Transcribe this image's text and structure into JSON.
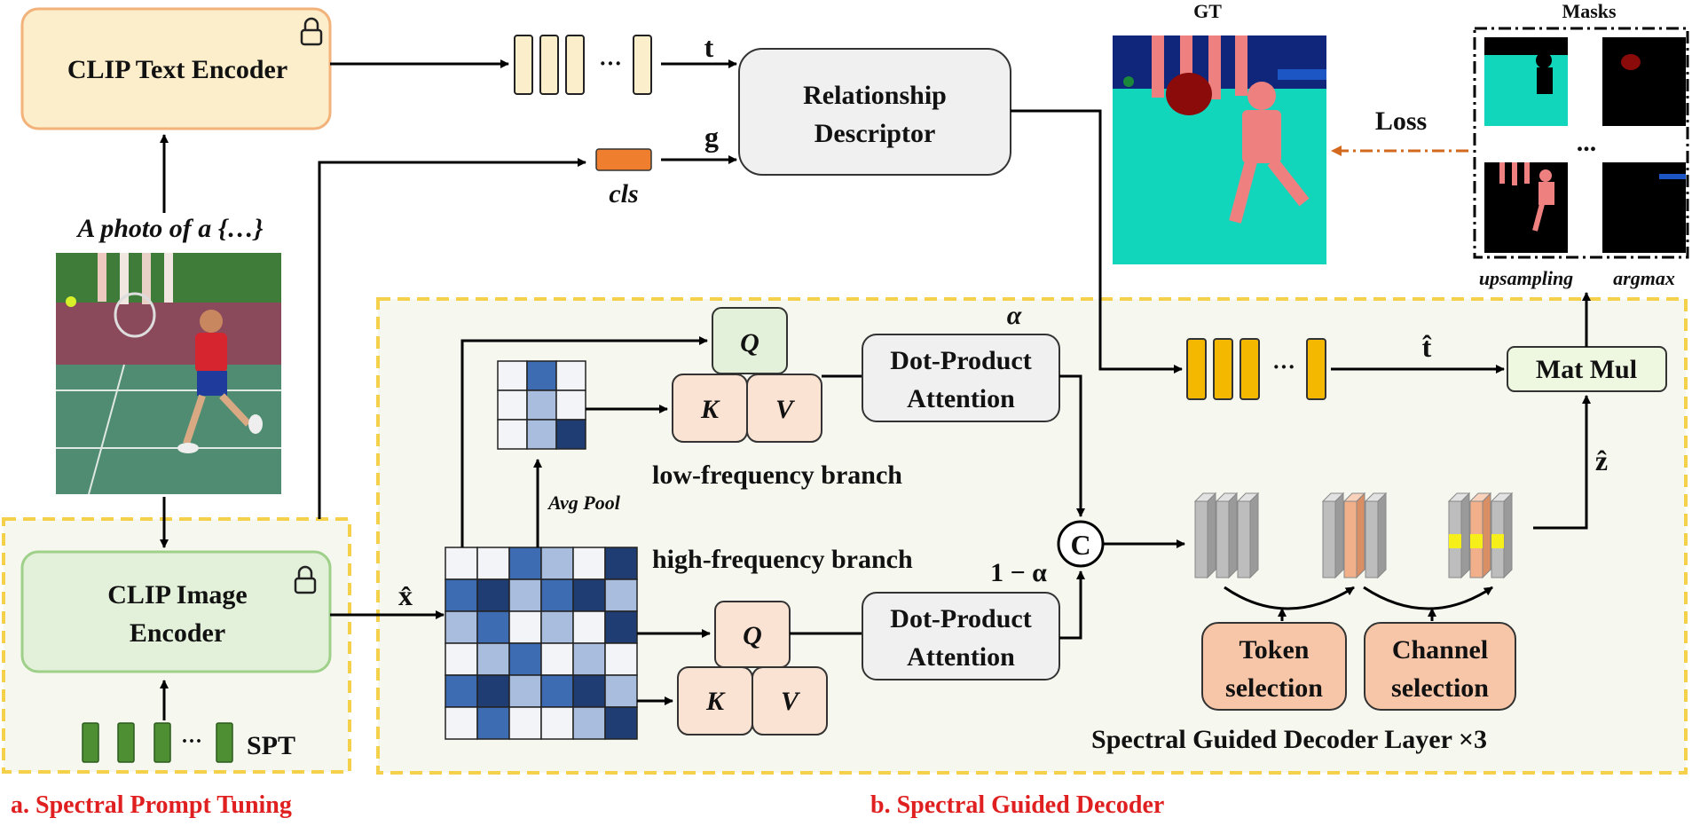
{
  "labels": {
    "clip_text_encoder": "CLIP Text Encoder",
    "relationship_1": "Relationship",
    "relationship_2": "Descriptor",
    "t": "t",
    "g": "g",
    "cls": "cls",
    "photo_caption": "A photo of a {…}",
    "gt": "GT",
    "masks": "Masks",
    "loss": "Loss",
    "upsampling": "upsampling",
    "argmax": "argmax",
    "alpha": "α",
    "one_minus_alpha": "1 − α",
    "q": "Q",
    "k": "K",
    "v": "V",
    "dot_product_1": "Dot-Product",
    "attention": "Attention",
    "low_freq": "low-frequency branch",
    "high_freq": "high-frequency branch",
    "avg_pool": "Avg  Pool",
    "concat": "C",
    "t_hat": "t̂",
    "z_hat": "ẑ",
    "mat_mul": "Mat Mul",
    "clip_image_1": "CLIP Image",
    "clip_image_2": "Encoder",
    "x_hat": "x̂",
    "spt": "SPT",
    "token_1": "Token",
    "token_2": "selection",
    "channel_1": "Channel",
    "channel_2": "selection",
    "decoder_layer": "Spectral Guided Decoder Layer ×3",
    "dots": "···",
    "mask_dots": "...",
    "section_a": "a. Spectral Prompt Tuning",
    "section_b": "b. Spectral Guided  Decoder"
  },
  "colors": {
    "text_encoder_fill": "#fdeecb",
    "text_encoder_stroke": "#f2b27a",
    "image_encoder_fill": "#e3f1da",
    "image_encoder_stroke": "#9fd08a",
    "panel_fill": "#f6f7ee",
    "panel_stroke": "#f5d04a",
    "token_light": "#fbeecb",
    "token_gold": "#f5b800",
    "spt_green": "#4f8f33",
    "cls_orange": "#ef7f2f",
    "kv_fill": "#fbe3d4",
    "q_fill": "#e3f1da",
    "selection_fill": "#f7c6a8",
    "matmul_fill": "#eef7df",
    "loss_arrow": "#d2691e",
    "red_text": "#e02020",
    "gt_teal": "#12d6bc",
    "gt_navy": "#10267a",
    "gt_pink": "#ef8080"
  },
  "grids": {
    "low_freq": [
      [
        0,
        3,
        0
      ],
      [
        0,
        1,
        0
      ],
      [
        0,
        1,
        2
      ]
    ],
    "high_freq": [
      [
        0,
        0,
        3,
        1,
        0,
        2
      ],
      [
        3,
        2,
        1,
        3,
        2,
        1
      ],
      [
        1,
        3,
        0,
        1,
        0,
        2
      ],
      [
        0,
        1,
        3,
        0,
        1,
        0
      ],
      [
        3,
        2,
        1,
        3,
        2,
        1
      ],
      [
        0,
        3,
        0,
        0,
        1,
        2
      ]
    ]
  }
}
